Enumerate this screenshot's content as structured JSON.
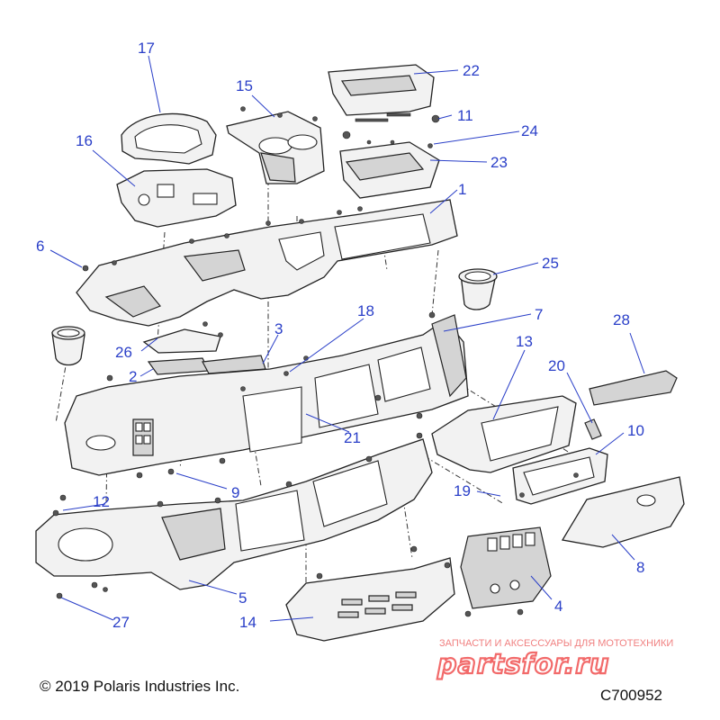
{
  "callouts": {
    "c1": "1",
    "c2": "2",
    "c3": "3",
    "c4": "4",
    "c5": "5",
    "c6": "6",
    "c7": "7",
    "c8": "8",
    "c9": "9",
    "c10": "10",
    "c11": "11",
    "c12": "12",
    "c13": "13",
    "c14": "14",
    "c15": "15",
    "c16": "16",
    "c17": "17",
    "c18": "18",
    "c19": "19",
    "c20": "20",
    "c21": "21",
    "c22": "22",
    "c23": "23",
    "c24": "24",
    "c25": "25",
    "c26": "26",
    "c27": "27",
    "c28": "28"
  },
  "footer": {
    "copyright": "© 2019 Polaris Industries Inc.",
    "drawing_number": "C700952"
  },
  "watermark": {
    "tagline": "ЗАПЧАСТИ И АКСЕССУАРЫ ДЛЯ МОТОТЕХНИКИ",
    "brand": "partsfor.ru"
  },
  "colors": {
    "callout": "#2a3fc8",
    "watermark": "#f26a6a"
  }
}
